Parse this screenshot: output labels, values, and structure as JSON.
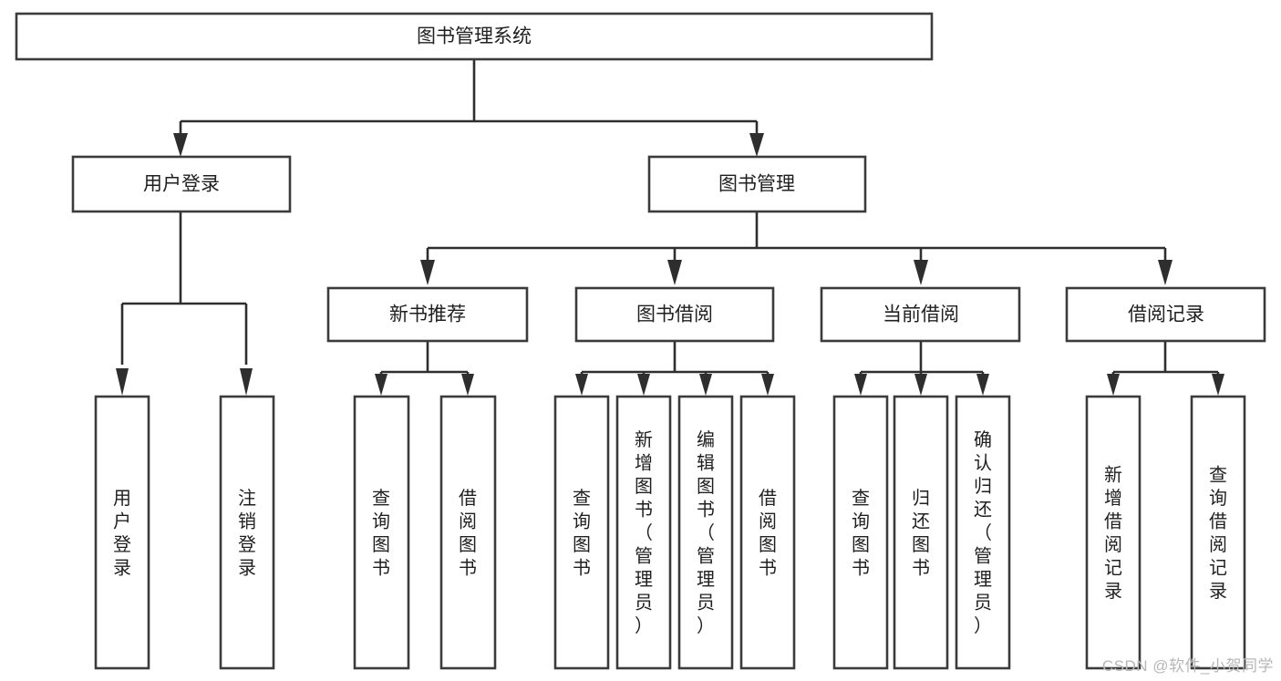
{
  "diagram": {
    "title": "图书管理系统",
    "type": "tree-hierarchy-chart",
    "watermark": "CSDN @软件_小贺同学",
    "colors": {
      "box_stroke": "#3b3b3b",
      "box_fill": "#ffffff",
      "connector": "#2e2e2e",
      "text": "#1f1f1f",
      "watermark": "#b7b7b7",
      "background": "#ffffff"
    },
    "root": {
      "label": "图书管理系统",
      "orientation": "horizontal"
    },
    "level2": [
      {
        "label": "用户登录",
        "orientation": "horizontal"
      },
      {
        "label": "图书管理",
        "orientation": "horizontal"
      }
    ],
    "level3": [
      {
        "label": "新书推荐",
        "orientation": "horizontal"
      },
      {
        "label": "图书借阅",
        "orientation": "horizontal"
      },
      {
        "label": "当前借阅",
        "orientation": "horizontal"
      },
      {
        "label": "借阅记录",
        "orientation": "horizontal"
      }
    ],
    "leaves": {
      "user_login": [
        {
          "label": "用户登录",
          "orientation": "vertical"
        },
        {
          "label": "注销登录",
          "orientation": "vertical"
        }
      ],
      "new_book_recommend": [
        {
          "label": "查询图书",
          "orientation": "vertical"
        },
        {
          "label": "借阅图书",
          "orientation": "vertical"
        }
      ],
      "book_borrow": [
        {
          "label": "查询图书",
          "orientation": "vertical"
        },
        {
          "label": "新增图书（管理员）",
          "orientation": "vertical"
        },
        {
          "label": "编辑图书（管理员）",
          "orientation": "vertical"
        },
        {
          "label": "借阅图书",
          "orientation": "vertical"
        }
      ],
      "current_borrow": [
        {
          "label": "查询图书",
          "orientation": "vertical"
        },
        {
          "label": "归还图书",
          "orientation": "vertical"
        },
        {
          "label": "确认归还（管理员）",
          "orientation": "vertical"
        }
      ],
      "borrow_record": [
        {
          "label": "新增借阅记录",
          "orientation": "vertical"
        },
        {
          "label": "查询借阅记录",
          "orientation": "vertical"
        }
      ]
    }
  }
}
